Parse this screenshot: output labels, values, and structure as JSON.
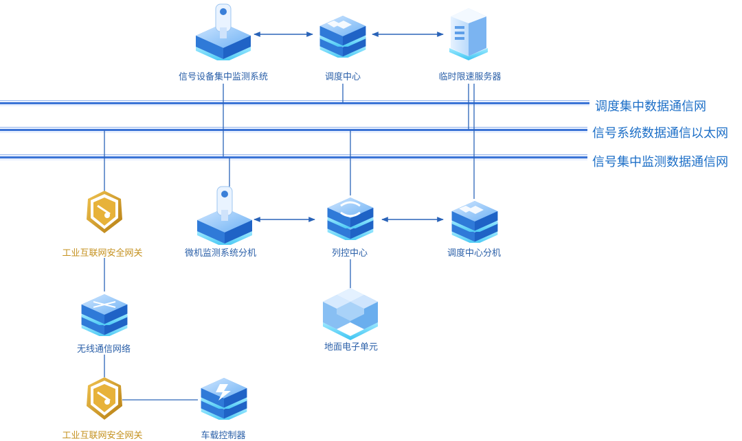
{
  "networks": [
    {
      "id": "dispatch-net",
      "label": "调度集中数据通信网"
    },
    {
      "id": "signal-ethernet",
      "label": "信号系统数据通信以太网"
    },
    {
      "id": "monitor-net",
      "label": "信号集中监测数据通信网"
    }
  ],
  "nodes": {
    "signal_monitoring_system": {
      "label": "信号设备集中监测系统",
      "icon": "camera-device-icon"
    },
    "dispatch_center": {
      "label": "调度中心",
      "icon": "server-stack-icon"
    },
    "temp_speed_server": {
      "label": "临时限速服务器",
      "icon": "tower-server-icon"
    },
    "gateway_1": {
      "label": "工业互联网安全网关",
      "icon": "security-gateway-icon"
    },
    "micro_monitor_branch": {
      "label": "微机监测系统分机",
      "icon": "camera-device-icon"
    },
    "train_control_center": {
      "label": "列控中心",
      "icon": "sync-module-icon"
    },
    "dispatch_branch": {
      "label": "调度中心分机",
      "icon": "server-stack-icon"
    },
    "ground_electronic_unit": {
      "label": "地面电子单元",
      "icon": "cube-cluster-icon"
    },
    "wireless_network": {
      "label": "无线通信网络",
      "icon": "network-switch-icon"
    },
    "gateway_2": {
      "label": "工业互联网安全网关",
      "icon": "security-gateway-icon"
    },
    "onboard_controller": {
      "label": "车载控制器",
      "icon": "lightning-module-icon"
    }
  },
  "colors": {
    "bus": "#2f6fd6",
    "link": "#2a63b8",
    "label": "#2a5fa8",
    "gateway": "#d49c1e",
    "block_top": "#5aa9ee",
    "block_side": "#2f7ad8"
  }
}
